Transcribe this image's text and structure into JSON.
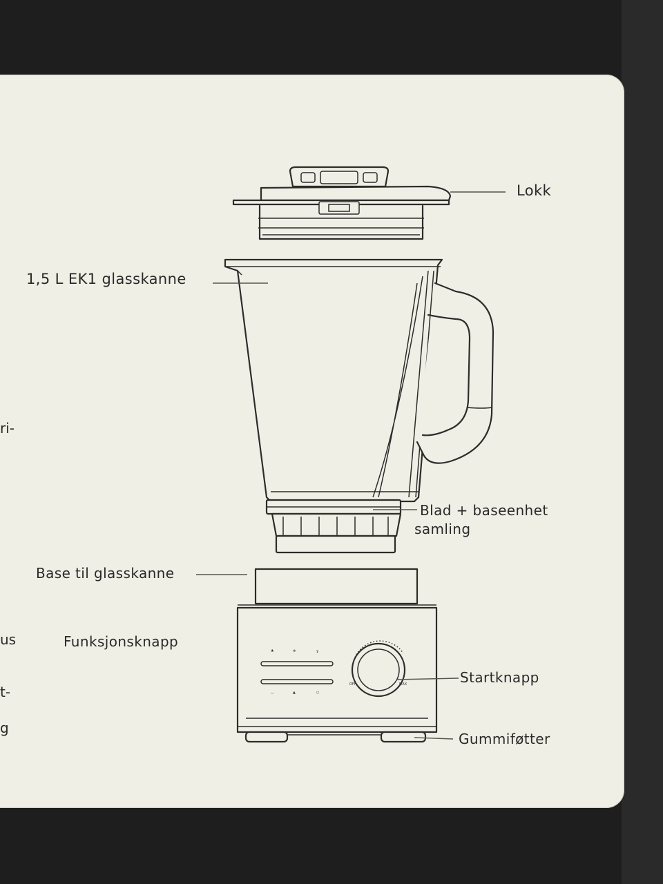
{
  "diagram": {
    "labels": {
      "lid": "Lokk",
      "jar": "1,5 L EK1 glasskanne",
      "blade_line1": "Blad + baseenhet",
      "blade_line2": "samling",
      "base": "Base til glasskanne",
      "function_button": "Funksjonsknapp",
      "start_button": "Startknapp",
      "rubber_feet": "Gummiføtter"
    },
    "cut_off_text": [
      "ri-",
      "us",
      "t-",
      "g"
    ],
    "panel_mode_icons": [
      {
        "icon": "smoothie-icon",
        "label": "smoothie"
      },
      {
        "icon": "ice-crush-icon",
        "label": "ice & crush"
      },
      {
        "icon": "vegetable-icon",
        "label": "vegetables"
      },
      {
        "icon": "soup-icon",
        "label": "soup"
      },
      {
        "icon": "pulse-icon",
        "label": "pulse"
      },
      {
        "icon": "stop-icon",
        "label": "stop"
      }
    ],
    "dial_labels": {
      "left": "OFF",
      "right": "MAX"
    },
    "colors": {
      "panel": "#efefe6",
      "backdrop": "#1f1f1f",
      "ink": "#2c2c2a"
    }
  }
}
